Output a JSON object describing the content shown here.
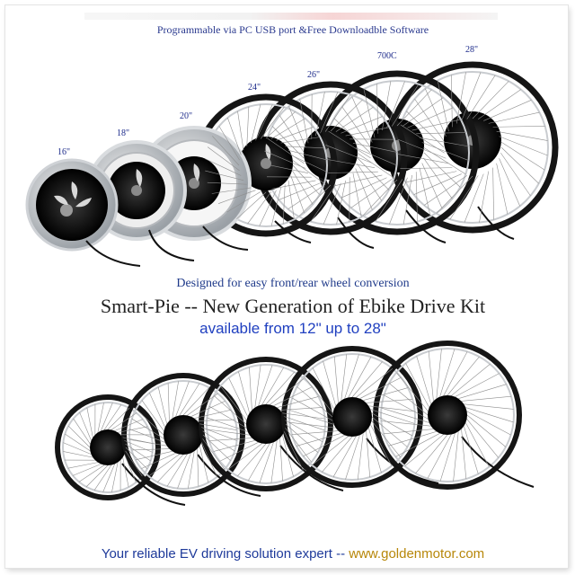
{
  "header": {
    "note": "Programmable via PC USB port &Free Downloadble Software"
  },
  "sizes": [
    "16\"",
    "18\"",
    "20\"",
    "24\"",
    "26\"",
    "700C",
    "28\""
  ],
  "caption": "Designed for easy front/rear wheel conversion",
  "headline": "Smart-Pie -- New Generation of Ebike Drive Kit",
  "subheadline": "available from 12\" up to 28\"",
  "footer": {
    "slogan": "Your reliable EV driving solution expert --",
    "website": "www.goldenmotor.com"
  },
  "colors": {
    "label_blue": "#1c2a8a",
    "headline_blue": "#2040c0",
    "footer_blue": "#1e3a9a",
    "website_gold": "#b7870a",
    "rim_black": "#151515",
    "rim_silver": "#bfc3c8"
  }
}
